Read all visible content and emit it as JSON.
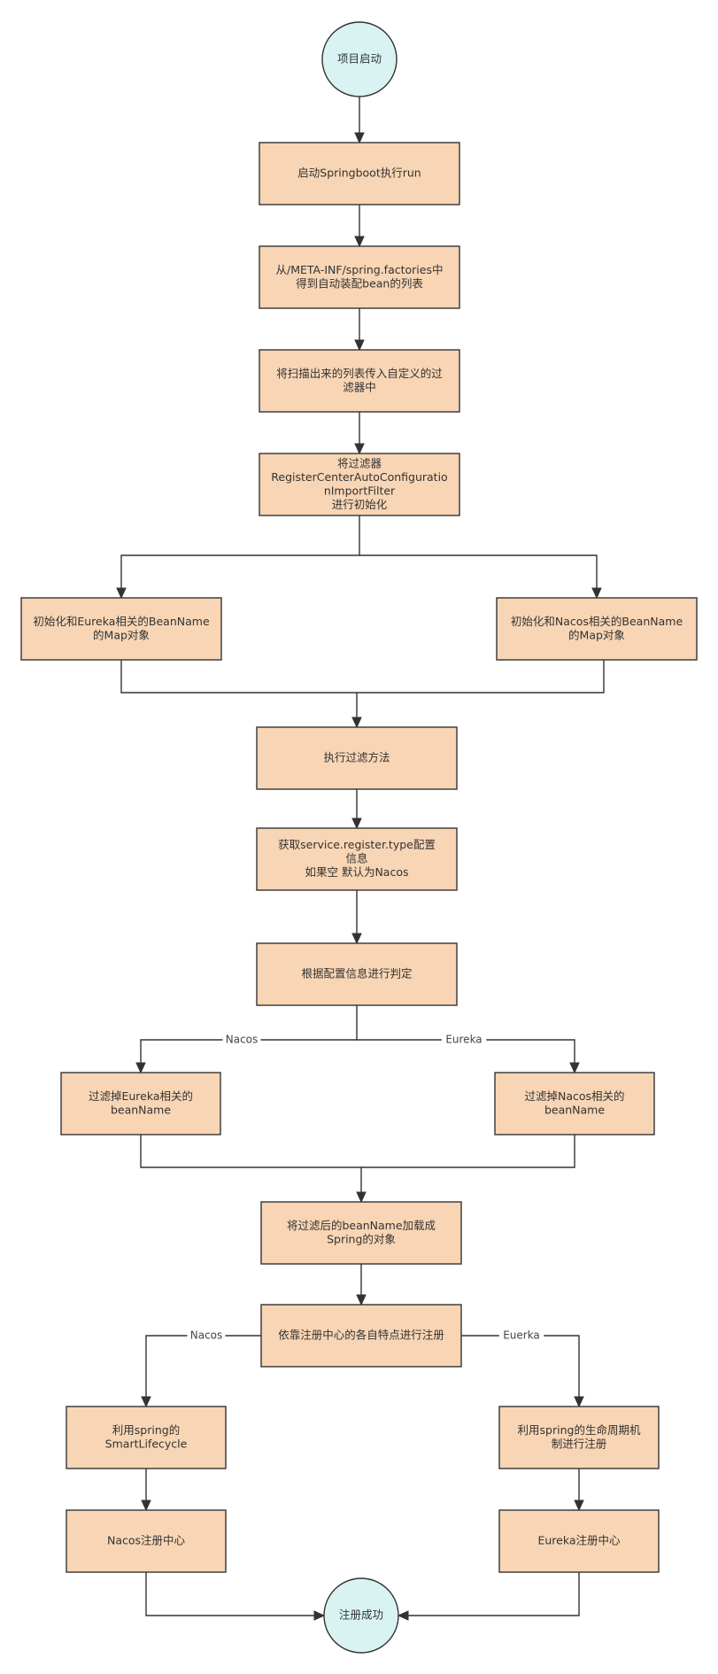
{
  "colors": {
    "process_fill": "#f8d5b4",
    "terminal_fill": "#d9f3f3",
    "stroke": "#333333"
  },
  "nodes": {
    "start": [
      "项目启动"
    ],
    "run": [
      "启动Springboot执行run"
    ],
    "factories": [
      "从/META-INF/spring.factories中",
      "得到自动装配bean的列表"
    ],
    "scan": [
      "将扫描出来的列表传入自定义的过",
      "滤器中"
    ],
    "init_filter": [
      "将过滤器",
      "RegisterCenterAutoConfiguratio",
      "nImportFilter",
      "进行初始化"
    ],
    "eureka_map": [
      "初始化和Eureka相关的BeanName",
      "的Map对象"
    ],
    "nacos_map": [
      "初始化和Nacos相关的BeanName",
      "的Map对象"
    ],
    "exec_filter": [
      "执行过滤方法"
    ],
    "get_type": [
      "获取service.register.type配置",
      "信息",
      "如果空 默认为Nacos"
    ],
    "decide": [
      "根据配置信息进行判定"
    ],
    "filter_eureka": [
      "过滤掉Eureka相关的",
      "beanName"
    ],
    "filter_nacos": [
      "过滤掉Nacos相关的",
      "beanName"
    ],
    "load_beans": [
      "将过滤后的beanName加载成",
      "Spring的对象"
    ],
    "register_by": [
      "依靠注册中心的各自特点进行注册"
    ],
    "smart_lifecycle": [
      "利用spring的",
      "SmartLifecycle"
    ],
    "spring_lifecycle": [
      "利用spring的生命周期机",
      "制进行注册"
    ],
    "nacos_center": [
      "Nacos注册中心"
    ],
    "eureka_center": [
      "Eureka注册中心"
    ],
    "success": [
      "注册成功"
    ]
  },
  "edge_labels": {
    "decide_nacos": "Nacos",
    "decide_eureka": "Eureka",
    "register_nacos": "Nacos",
    "register_euerka": "Euerka"
  }
}
